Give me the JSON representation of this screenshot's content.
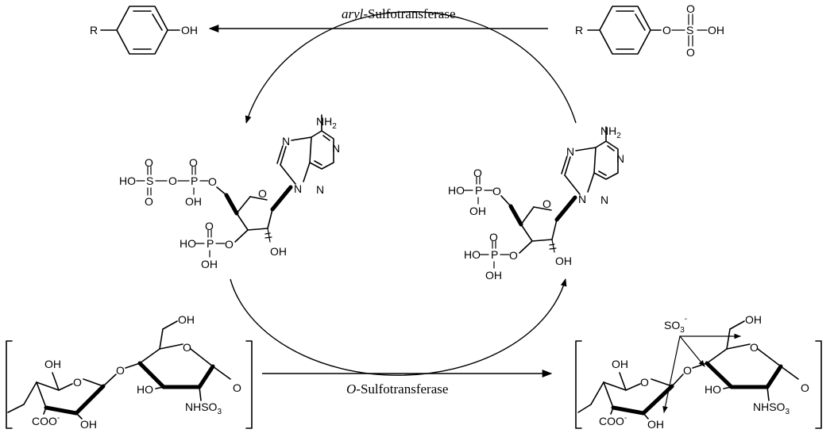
{
  "enzymes": {
    "top": {
      "prefix": "aryl",
      "suffix": "-Sulfotransferase"
    },
    "bottom": {
      "prefix": "O",
      "suffix": "-Sulfotransferase"
    }
  },
  "phenol": {
    "r": "R",
    "oh": "OH"
  },
  "aryl_sulfate": {
    "r": "R",
    "o": "O",
    "s": "S",
    "o_top": "O",
    "o_bot": "O",
    "oh": "OH"
  },
  "paps": {
    "nh2": "NH",
    "nh2_sub": "2",
    "n7": "N",
    "n1": "N",
    "n3": "N",
    "n9": "N",
    "ring_o": "O",
    "ho_s": "HO",
    "s": "S",
    "o_link": "O",
    "p": "P",
    "o_s_top": "O",
    "o_s_bot": "O",
    "o_p_top": "O",
    "oh_p": "OH",
    "o_5": "O",
    "ho_3p": "HO",
    "p_3": "P",
    "o_3p_top": "O",
    "oh_3p": "OH",
    "o_3": "O",
    "oh_2": "OH"
  },
  "pap": {
    "nh2": "NH",
    "nh2_sub": "2",
    "n7": "N",
    "n1": "N",
    "n3": "N",
    "n9": "N",
    "ring_o": "O",
    "ho_5p": "HO",
    "p_5": "P",
    "o_5p_top": "O",
    "oh_5p": "OH",
    "o_5": "O",
    "ho_3p": "HO",
    "p_3": "P",
    "o_3p_top": "O",
    "oh_3p": "OH",
    "o_3": "O",
    "oh_2": "OH"
  },
  "heparan_left": {
    "oh_top": "OH",
    "ring_o_a": "O",
    "coo": "COO",
    "coo_sup": "-",
    "oh_bottom": "OH",
    "o_glyco": "O",
    "oh_ch2": "OH",
    "ring_o_b": "O",
    "ho": "HO",
    "nhso": "NHSO",
    "nhso_sub": "3",
    "o_end": "O"
  },
  "heparan_right": {
    "so3": "SO",
    "so3_sub": "3",
    "so3_sup": "-",
    "oh_top": "OH",
    "ring_o_a": "O",
    "coo": "COO",
    "coo_sup": "-",
    "oh_bottom": "OH",
    "o_glyco": "O",
    "oh_ch2": "OH",
    "ring_o_b": "O",
    "ho": "HO",
    "nhso": "NHSO",
    "nhso_sub": "3",
    "o_end": "O"
  }
}
